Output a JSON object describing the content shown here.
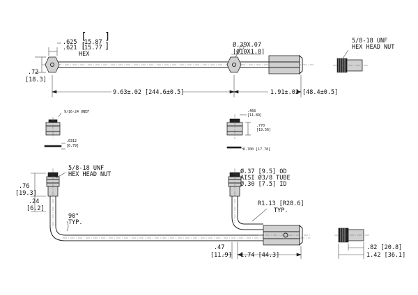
{
  "top_view": {
    "hex_dim_in_1": ".625",
    "hex_dim_in_2": ".621",
    "hex_dim_mm_1": "15.87",
    "hex_dim_mm_2": "15.77",
    "hex_label": "HEX",
    "height_in": ".72",
    "height_mm": "[18.3]",
    "tube_od_in": "Ø.39X.07",
    "tube_od_mm": "[Ø10X1.8]",
    "length_1": "9.63±.02 [244.6±0.5]",
    "length_2": "1.91±.02 [48.4±0.5]"
  },
  "nut_top": {
    "label_1": "5/8-18 UNF",
    "label_2": "HEX HEAD NUT"
  },
  "detail_left": {
    "thread": "9/16-24 UNEF",
    "thk_in": ".0312",
    "thk_mm": "[0.79]"
  },
  "detail_right": {
    "d1_in": ".468",
    "d1_mm": "[11.89]",
    "d2_in": ".770",
    "d2_mm": "[19.56]",
    "d3": "0.700 [17.78]"
  },
  "bottom_view": {
    "nut_label_1": "5/8-18 UNF",
    "nut_label_2": "HEX HEAD NUT",
    "h1_in": ".76",
    "h1_mm": "[19.3]",
    "h2_in": ".24",
    "h2_mm": "[6.2]",
    "angle_1": "90°",
    "angle_2": "TYP.",
    "tube_spec_1": "Ø.37 [9.5] OD",
    "tube_spec_2": "AISI Ø3/8 TUBE",
    "tube_spec_3": "Ø.30 [7.5] ID",
    "radius_1": "R1.13 [R28.6]",
    "radius_2": "TYP.",
    "w1_in": ".47",
    "w1_mm": "[11.9]",
    "length": "1.74 [44.3]"
  },
  "nut_bottom": {
    "dim_1": ".82 [20.8]",
    "dim_2": "1.42 [36.1]"
  }
}
